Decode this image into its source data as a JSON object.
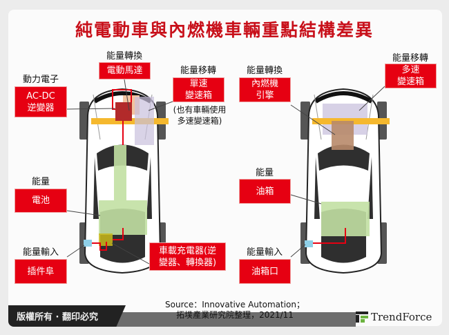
{
  "title": "純電動車與內燃機車輛重點結構差異",
  "ev": {
    "power_electronics": {
      "label": "動力電子",
      "box": "AC-DC\n逆變器"
    },
    "energy_conversion": {
      "label": "能量轉換",
      "box": "電動馬達"
    },
    "energy_transfer": {
      "label": "能量移轉",
      "box": "單速\n變速箱",
      "note": "(也有車輛使用\n多速變速箱)"
    },
    "energy": {
      "label": "能量",
      "box": "電池"
    },
    "energy_input": {
      "label": "能量輸入",
      "box": "插件阜"
    },
    "charger": {
      "box": "車載充電器(逆\n變器、轉換器)"
    }
  },
  "ice": {
    "energy_conversion": {
      "label": "能量轉換",
      "box": "內燃機\n引擎"
    },
    "energy_transfer": {
      "label": "能量移轉",
      "box": "多速\n變速箱"
    },
    "energy": {
      "label": "能量",
      "box": "油箱"
    },
    "energy_input": {
      "label": "能量輸入",
      "box": "油箱口"
    }
  },
  "footer": {
    "copyright": "版權所有 · 翻印必究",
    "source_line1": "Source：Innovative Automation；",
    "source_line2": "拓墣產業研究院整理，2021/11",
    "logo": "TrendForce"
  },
  "colors": {
    "accent": "#e60012",
    "title": "#c8101a"
  }
}
